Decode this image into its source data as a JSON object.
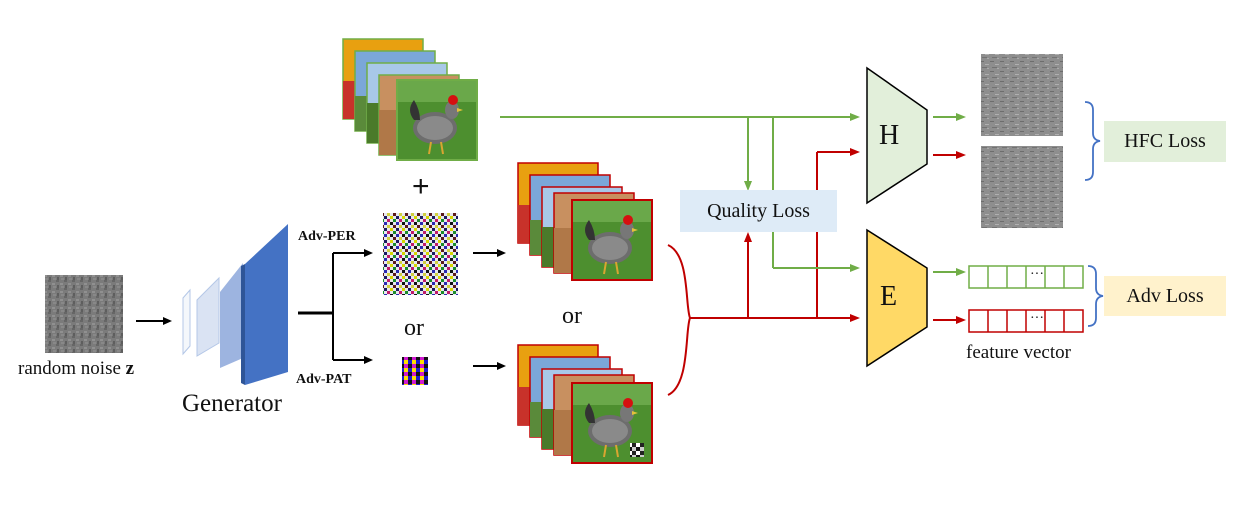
{
  "noise": {
    "label": "random noise ",
    "var": "z"
  },
  "generator": {
    "label": "Generator"
  },
  "branch": {
    "per": "Adv-PER",
    "pat": "Adv-PAT",
    "plus": "+",
    "or1": "or",
    "or2": "or"
  },
  "losses": {
    "quality": "Quality Loss",
    "hfc": "HFC Loss",
    "adv": "Adv Loss"
  },
  "modules": {
    "h": "H",
    "e": "E"
  },
  "feature": {
    "label": "feature vector",
    "dots": "···"
  },
  "colors": {
    "green": "#70ad47",
    "red": "#c00000",
    "blue_gen": "#2f5597",
    "h_fill": "#e2efda",
    "e_fill": "#ffd966",
    "quality_fill": "#deebf7",
    "hfc_fill": "#e2efda",
    "adv_fill": "#fff2cc",
    "brace": "#4472c4"
  }
}
